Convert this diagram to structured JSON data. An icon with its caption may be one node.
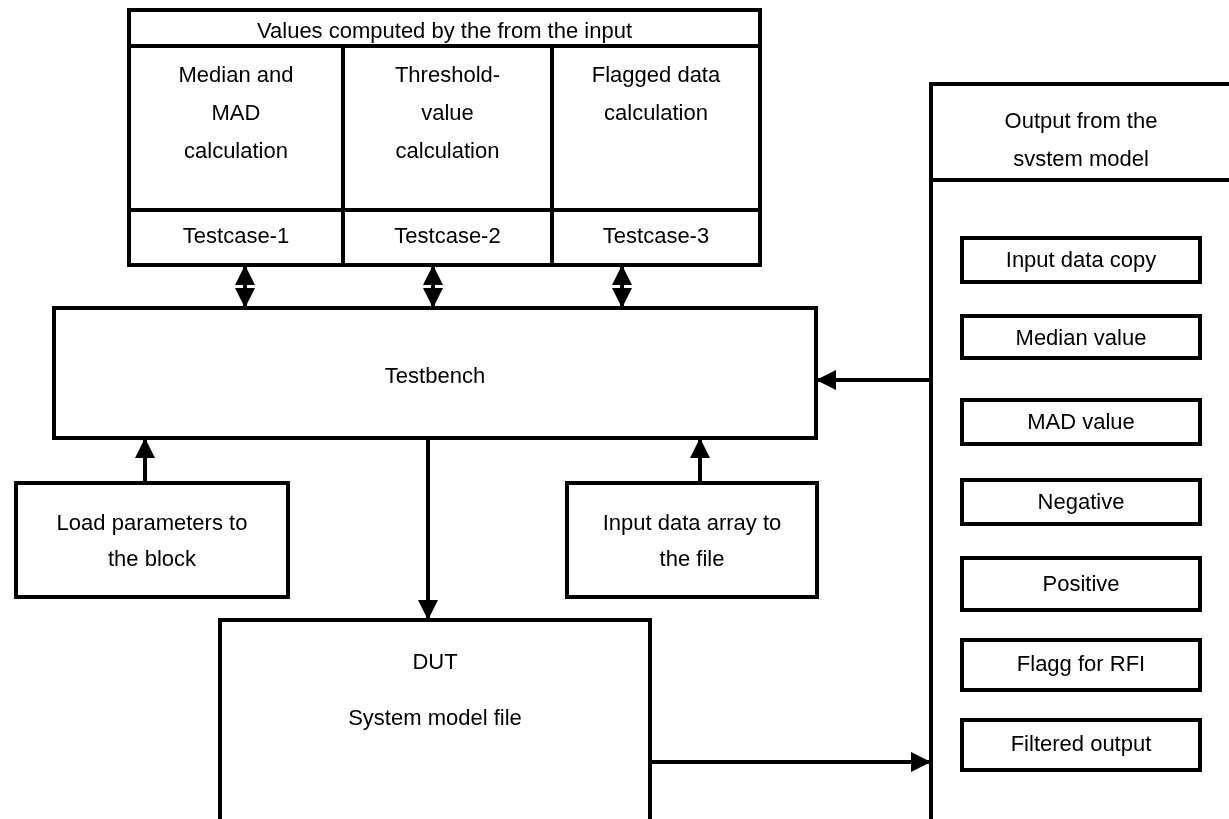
{
  "diagram": {
    "nodes": [
      {
        "text": [
          "Values computed by the from the input"
        ]
      },
      {
        "text": [
          "Median and MAD calculation"
        ],
        "in": 0
      },
      {
        "text": [
          "Threshold-value calculation"
        ],
        "in": 0
      },
      {
        "text": [
          "Flagged data calculation"
        ],
        "in": 0
      },
      {
        "text": [
          "Testcase-1"
        ],
        "in": 0
      },
      {
        "text": [
          "Testcase-2"
        ],
        "in": 0
      },
      {
        "text": [
          "Testcase-3"
        ],
        "in": 0
      },
      {
        "text": [
          "Testbench"
        ]
      },
      {
        "text": [
          "Load parameters to the block"
        ]
      },
      {
        "text": [
          "Input data array to the file"
        ]
      },
      {
        "text": [
          "DUT",
          "System model file"
        ]
      },
      {
        "text": [
          "Output from the svstem model"
        ]
      },
      {
        "text": [
          "Input data copy"
        ],
        "in": 11
      },
      {
        "text": [
          "Median value"
        ],
        "in": 11
      },
      {
        "text": [
          "MAD value"
        ],
        "in": 11
      },
      {
        "text": [
          "Negative"
        ],
        "in": 11
      },
      {
        "text": [
          "Positive"
        ],
        "in": 11
      },
      {
        "text": [
          "Flagg for RFI"
        ],
        "in": 11
      },
      {
        "text": [
          "Filtered output"
        ],
        "in": 11
      }
    ],
    "edges": [
      {
        "from": 4,
        "to": 7,
        "arrow": "both"
      },
      {
        "from": 5,
        "to": 7,
        "arrow": "both"
      },
      {
        "from": 6,
        "to": 7,
        "arrow": "both"
      },
      {
        "from": 8,
        "to": 7,
        "arrow": "to"
      },
      {
        "from": 9,
        "to": 7,
        "arrow": "to"
      },
      {
        "from": 7,
        "to": 10,
        "arrow": "to"
      },
      {
        "from": 10,
        "to": 11,
        "arrow": "to"
      },
      {
        "from": 11,
        "to": 7,
        "arrow": "to"
      }
    ]
  }
}
